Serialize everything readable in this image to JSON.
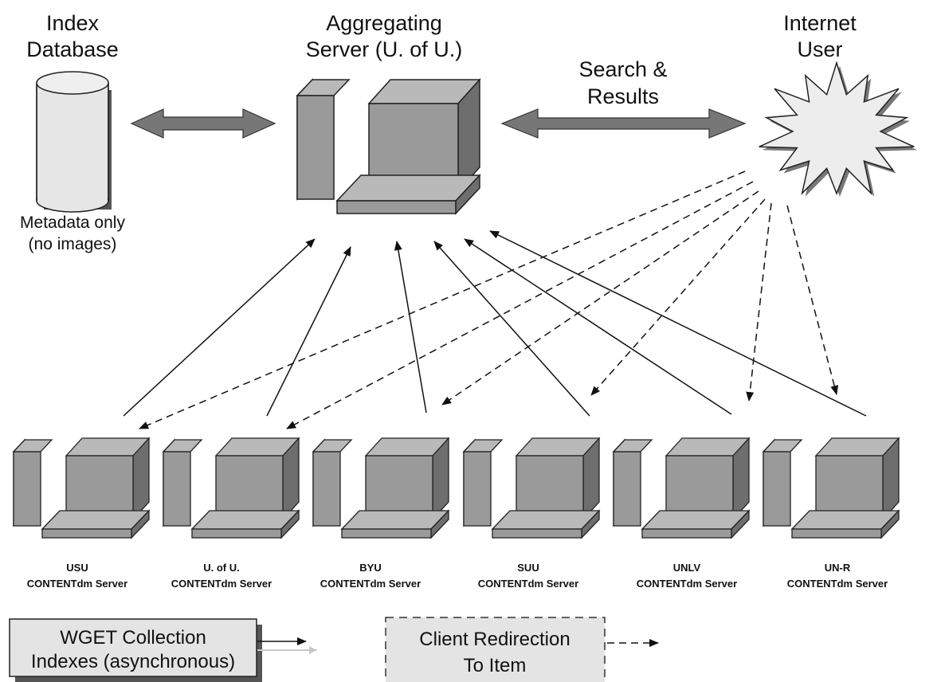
{
  "colors": {
    "server_front": "#9a9a9a",
    "server_side": "#6e6e6e",
    "server_top": "#b9b9b9",
    "cylinder_fill": "#e6e6e6",
    "star_fill": "#ededed",
    "arrow_fill": "#777777",
    "legend_box": "#e4e4e4",
    "line": "#111111"
  },
  "index_db": {
    "title_line1": "Index",
    "title_line2": "Database",
    "note_line1": "Metadata only",
    "note_line2": "(no images)"
  },
  "aggregator": {
    "title_line1": "Aggregating",
    "title_line2": "Server (U. of U.)"
  },
  "internet_user": {
    "title_line1": "Internet",
    "title_line2": "User"
  },
  "search_results": {
    "line1": "Search &",
    "line2": "Results"
  },
  "servers": [
    {
      "name": "USU",
      "role": "CONTENTdm Server"
    },
    {
      "name": "U. of U.",
      "role": "CONTENTdm Server"
    },
    {
      "name": "BYU",
      "role": "CONTENTdm Server"
    },
    {
      "name": "SUU",
      "role": "CONTENTdm Server"
    },
    {
      "name": "UNLV",
      "role": "CONTENTdm Server"
    },
    {
      "name": "UN-R",
      "role": "CONTENTdm Server"
    }
  ],
  "legend": {
    "wget_line1": "WGET Collection",
    "wget_line2": "Indexes (asynchronous)",
    "redirect_line1": "Client Redirection",
    "redirect_line2": "To Item"
  }
}
